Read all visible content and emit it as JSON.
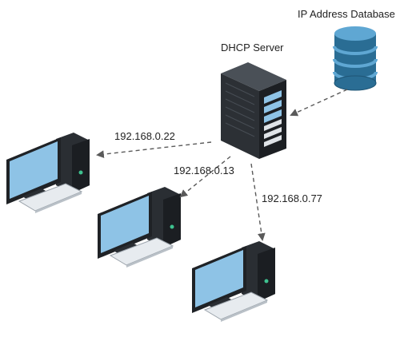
{
  "labels": {
    "database": "IP Address Database",
    "server": "DHCP Server",
    "ip_left": "192.168.0.22",
    "ip_middle": "192.168.0.13",
    "ip_right": "192.168.0.77"
  },
  "colors": {
    "db_body": "#2a6d94",
    "db_band": "#5fa7d3",
    "server_body": "#2c3035",
    "screen": "#8ec3e6",
    "pc_body": "#2a2e33",
    "keyboard": "#e7ebef",
    "arrow": "#5a5a5a"
  }
}
